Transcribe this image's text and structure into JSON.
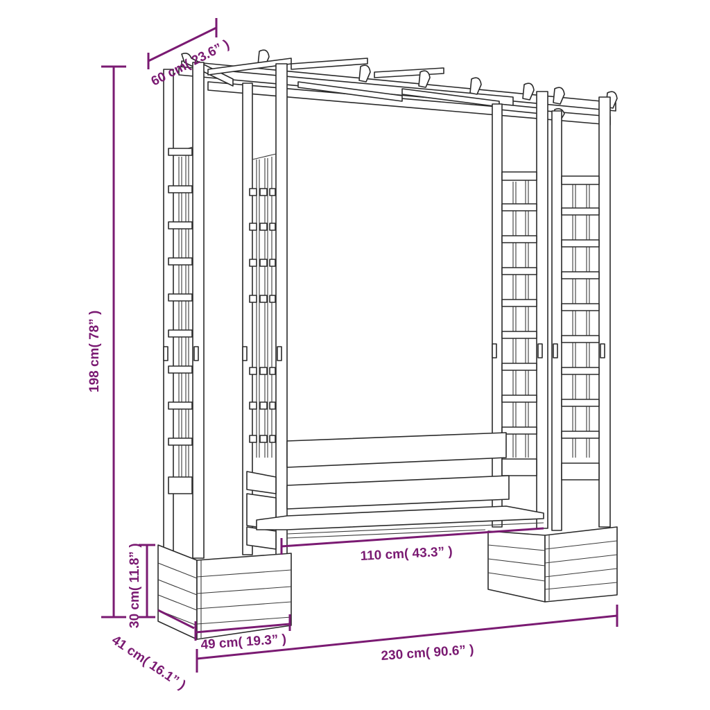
{
  "diagram": {
    "subject": "Garden pergola with bench and two planters",
    "accent_color": "#7a1a72",
    "line_color": "#2a2a2a",
    "dimensions": {
      "depth_top": "60 cm( 23.6” )",
      "height_total": "198 cm( 78” )",
      "planter_height": "30 cm( 11.8” )",
      "planter_depth": "41 cm( 16.1” )",
      "planter_width": "49 cm( 19.3” )",
      "bench_width": "110 cm( 43.3” )",
      "total_width": "230 cm( 90.6” )"
    },
    "components": [
      "pergola-roof-rafters",
      "left-trellis-panels",
      "right-trellis-panels",
      "bench-backrest",
      "bench-seat",
      "left-planter",
      "right-planter"
    ]
  }
}
